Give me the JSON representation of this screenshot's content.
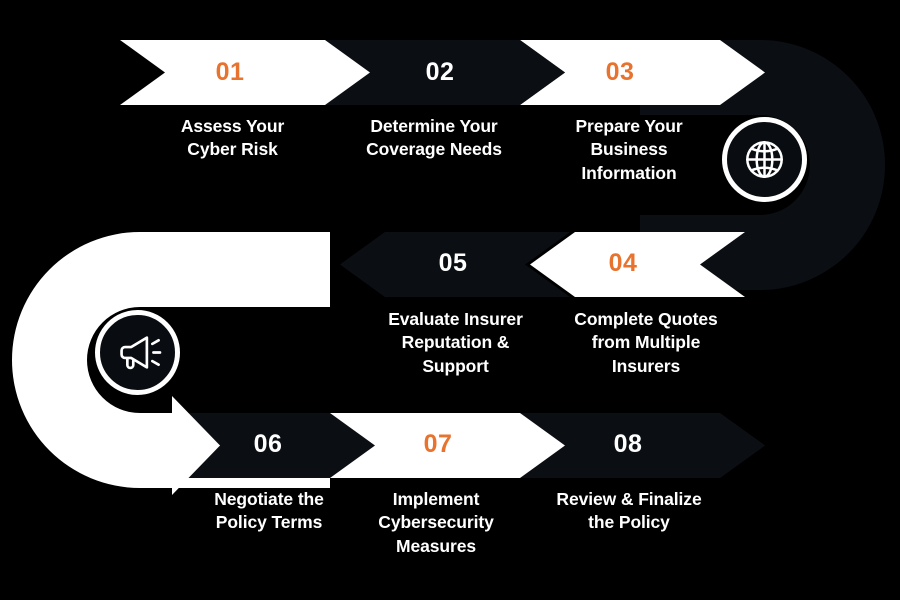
{
  "infographic": {
    "type": "process-flow-snake",
    "background_color": "#000000",
    "accent_color": "#e8732e",
    "dark_arrow_color": "#0b0f14",
    "light_arrow_color": "#ffffff",
    "caption_color": "#ffffff"
  },
  "steps": [
    {
      "number": "01",
      "caption": "Assess Your\nCyber Risk",
      "caption_lines": [
        "Assess Your",
        "Cyber Risk"
      ],
      "arrow_fill": "light",
      "number_color": "#e8732e",
      "direction": "right",
      "row": 1
    },
    {
      "number": "02",
      "caption": "Determine Your\nCoverage Needs",
      "caption_lines": [
        "Determine Your",
        "Coverage Needs"
      ],
      "arrow_fill": "dark",
      "number_color": "#ffffff",
      "direction": "right",
      "row": 1
    },
    {
      "number": "03",
      "caption": "Prepare Your\nBusiness\nInformation",
      "caption_lines": [
        "Prepare Your",
        "Business",
        "Information"
      ],
      "arrow_fill": "light",
      "number_color": "#e8732e",
      "direction": "right",
      "row": 1
    },
    {
      "number": "04",
      "caption": "Complete Quotes\nfrom Multiple\nInsurers",
      "caption_lines": [
        "Complete Quotes",
        "from Multiple",
        "Insurers"
      ],
      "arrow_fill": "light",
      "number_color": "#e8732e",
      "direction": "left",
      "row": 2
    },
    {
      "number": "05",
      "caption": "Evaluate Insurer\nReputation &\nSupport",
      "caption_lines": [
        "Evaluate Insurer",
        "Reputation &",
        "Support"
      ],
      "arrow_fill": "dark",
      "number_color": "#ffffff",
      "direction": "left",
      "row": 2
    },
    {
      "number": "06",
      "caption": "Negotiate the\nPolicy Terms",
      "caption_lines": [
        "Negotiate the",
        "Policy Terms"
      ],
      "arrow_fill": "dark",
      "number_color": "#ffffff",
      "direction": "right",
      "row": 3
    },
    {
      "number": "07",
      "caption": "Implement\nCybersecurity\nMeasures",
      "caption_lines": [
        "Implement",
        "Cybersecurity",
        "Measures"
      ],
      "arrow_fill": "light",
      "number_color": "#e8732e",
      "direction": "right",
      "row": 3
    },
    {
      "number": "08",
      "caption": "Review & Finalize\nthe Policy",
      "caption_lines": [
        "Review & Finalize",
        "the Policy"
      ],
      "arrow_fill": "dark",
      "number_color": "#ffffff",
      "direction": "right",
      "row": 3
    }
  ],
  "icons": [
    {
      "name": "globe-icon",
      "position": "right-turn",
      "ring_color": "#ffffff"
    },
    {
      "name": "megaphone-icon",
      "position": "left-turn",
      "ring_color": "#ffffff"
    }
  ],
  "connectors": [
    {
      "name": "right-u-turn",
      "color": "#0b0f14",
      "from_row": 1,
      "to_row": 2
    },
    {
      "name": "left-u-turn",
      "color": "#ffffff",
      "from_row": 2,
      "to_row": 3
    }
  ],
  "labels": {
    "s1_num": "01",
    "s2_num": "02",
    "s3_num": "03",
    "s4_num": "04",
    "s5_num": "05",
    "s6_num": "06",
    "s7_num": "07",
    "s8_num": "08",
    "s1_l1": "Assess Your",
    "s1_l2": "Cyber Risk",
    "s1_l3": "",
    "s2_l1": "Determine Your",
    "s2_l2": "Coverage Needs",
    "s2_l3": "",
    "s3_l1": "Prepare Your",
    "s3_l2": "Business",
    "s3_l3": "Information",
    "s4_l1": "Complete Quotes",
    "s4_l2": "from Multiple",
    "s4_l3": "Insurers",
    "s5_l1": "Evaluate Insurer",
    "s5_l2": "Reputation &",
    "s5_l3": "Support",
    "s6_l1": "Negotiate the",
    "s6_l2": "Policy Terms",
    "s6_l3": "",
    "s7_l1": "Implement",
    "s7_l2": "Cybersecurity",
    "s7_l3": "Measures",
    "s8_l1": "Review & Finalize",
    "s8_l2": "the Policy",
    "s8_l3": ""
  }
}
